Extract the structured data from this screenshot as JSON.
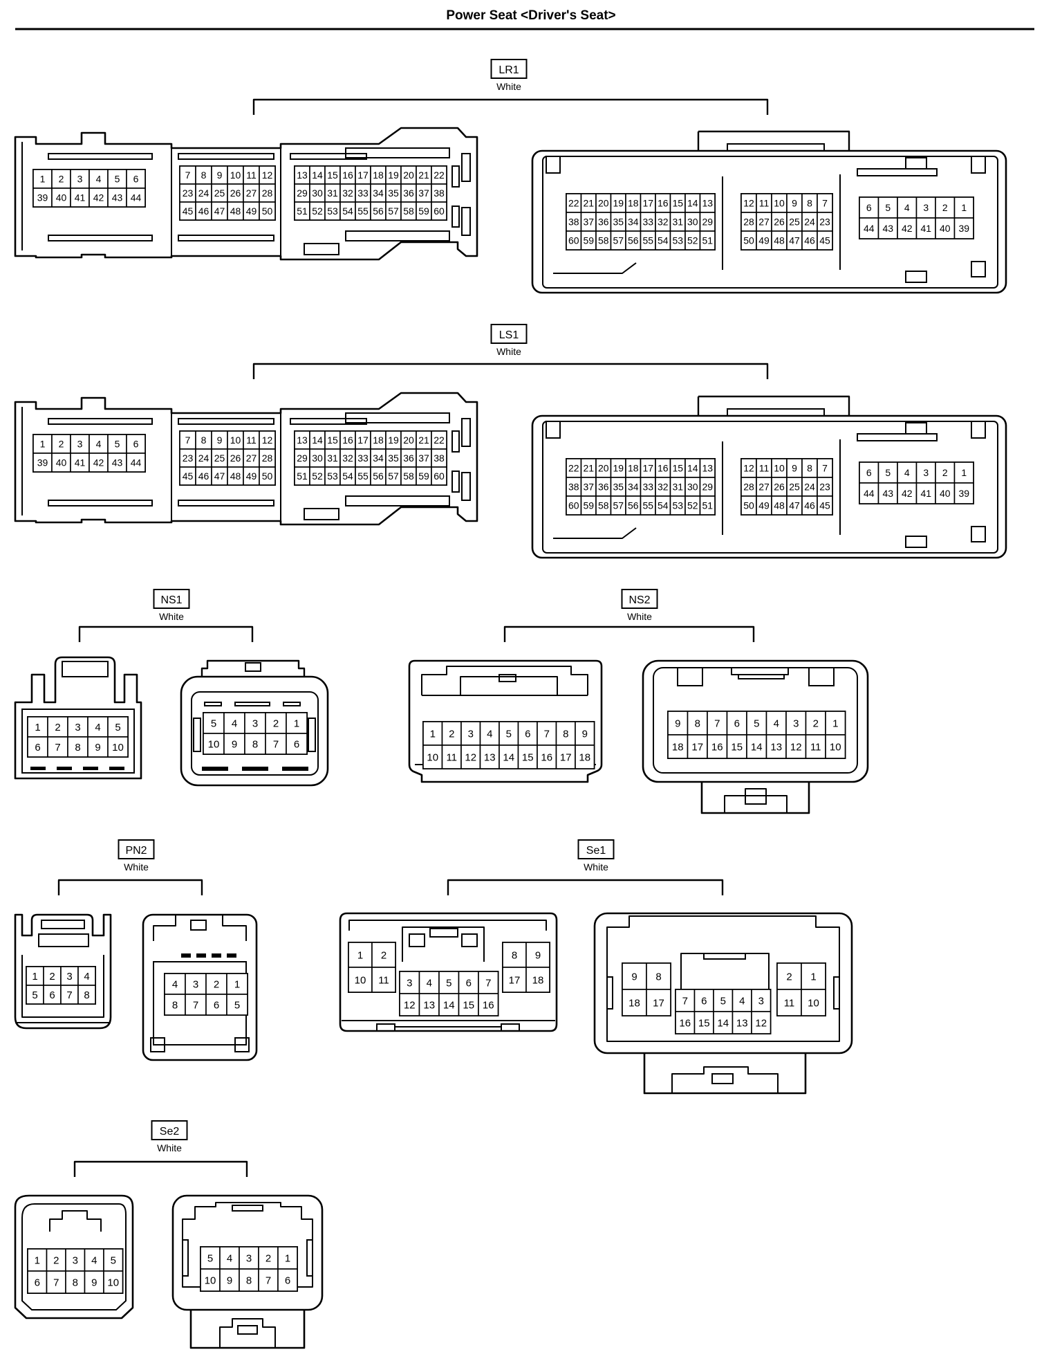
{
  "title": "Power Seat <Driver's Seat>",
  "colors": {
    "line": "#000000",
    "background": "#ffffff"
  },
  "connectors": [
    {
      "id": "LR1",
      "label": "LR1",
      "color": "White"
    },
    {
      "id": "LS1",
      "label": "LS1",
      "color": "White"
    },
    {
      "id": "NS1",
      "label": "NS1",
      "color": "White"
    },
    {
      "id": "NS2",
      "label": "NS2",
      "color": "White"
    },
    {
      "id": "PN2",
      "label": "PN2",
      "color": "White"
    },
    {
      "id": "Se1",
      "label": "Se1",
      "color": "White"
    },
    {
      "id": "Se2",
      "label": "Se2",
      "color": "White"
    }
  ],
  "pins": {
    "big_left": {
      "a": [
        [
          "1",
          "2",
          "3",
          "4",
          "5",
          "6"
        ],
        [
          "39",
          "40",
          "41",
          "42",
          "43",
          "44"
        ]
      ],
      "b": [
        [
          "7",
          "8",
          "9",
          "10",
          "11",
          "12"
        ],
        [
          "23",
          "24",
          "25",
          "26",
          "27",
          "28"
        ],
        [
          "45",
          "46",
          "47",
          "48",
          "49",
          "50"
        ]
      ],
      "c": [
        [
          "13",
          "14",
          "15",
          "16",
          "17",
          "18",
          "19",
          "20",
          "21",
          "22"
        ],
        [
          "29",
          "30",
          "31",
          "32",
          "33",
          "34",
          "35",
          "36",
          "37",
          "38"
        ],
        [
          "51",
          "52",
          "53",
          "54",
          "55",
          "56",
          "57",
          "58",
          "59",
          "60"
        ]
      ]
    },
    "big_right": {
      "a": [
        [
          "22",
          "21",
          "20",
          "19",
          "18",
          "17",
          "16",
          "15",
          "14",
          "13"
        ],
        [
          "38",
          "37",
          "36",
          "35",
          "34",
          "33",
          "32",
          "31",
          "30",
          "29"
        ],
        [
          "60",
          "59",
          "58",
          "57",
          "56",
          "55",
          "54",
          "53",
          "52",
          "51"
        ]
      ],
      "b": [
        [
          "12",
          "11",
          "10",
          "9",
          "8",
          "7"
        ],
        [
          "28",
          "27",
          "26",
          "25",
          "24",
          "23"
        ],
        [
          "50",
          "49",
          "48",
          "47",
          "46",
          "45"
        ]
      ],
      "c": [
        [
          "6",
          "5",
          "4",
          "3",
          "2",
          "1"
        ],
        [
          "44",
          "43",
          "42",
          "41",
          "40",
          "39"
        ]
      ]
    },
    "ns1_left": [
      [
        "1",
        "2",
        "3",
        "4",
        "5"
      ],
      [
        "6",
        "7",
        "8",
        "9",
        "10"
      ]
    ],
    "ns1_right": [
      [
        "5",
        "4",
        "3",
        "2",
        "1"
      ],
      [
        "10",
        "9",
        "8",
        "7",
        "6"
      ]
    ],
    "ns2_left": [
      [
        "1",
        "2",
        "3",
        "4",
        "5",
        "6",
        "7",
        "8",
        "9"
      ],
      [
        "10",
        "11",
        "12",
        "13",
        "14",
        "15",
        "16",
        "17",
        "18"
      ]
    ],
    "ns2_right": [
      [
        "9",
        "8",
        "7",
        "6",
        "5",
        "4",
        "3",
        "2",
        "1"
      ],
      [
        "18",
        "17",
        "16",
        "15",
        "14",
        "13",
        "12",
        "11",
        "10"
      ]
    ],
    "pn2_left": [
      [
        "1",
        "2",
        "3",
        "4"
      ],
      [
        "5",
        "6",
        "7",
        "8"
      ]
    ],
    "pn2_right": [
      [
        "4",
        "3",
        "2",
        "1"
      ],
      [
        "8",
        "7",
        "6",
        "5"
      ]
    ],
    "se1_left": {
      "a": [
        [
          "1",
          "2"
        ],
        [
          "10",
          "11"
        ]
      ],
      "b": [
        [
          "3",
          "4",
          "5",
          "6",
          "7"
        ],
        [
          "12",
          "13",
          "14",
          "15",
          "16"
        ]
      ],
      "c": [
        [
          "8",
          "9"
        ],
        [
          "17",
          "18"
        ]
      ]
    },
    "se1_right": {
      "a": [
        [
          "9",
          "8"
        ],
        [
          "18",
          "17"
        ]
      ],
      "b": [
        [
          "7",
          "6",
          "5",
          "4",
          "3"
        ],
        [
          "16",
          "15",
          "14",
          "13",
          "12"
        ]
      ],
      "c": [
        [
          "2",
          "1"
        ],
        [
          "11",
          "10"
        ]
      ]
    },
    "se2_left": [
      [
        "1",
        "2",
        "3",
        "4",
        "5"
      ],
      [
        "6",
        "7",
        "8",
        "9",
        "10"
      ]
    ],
    "se2_right": [
      [
        "5",
        "4",
        "3",
        "2",
        "1"
      ],
      [
        "10",
        "9",
        "8",
        "7",
        "6"
      ]
    ]
  }
}
